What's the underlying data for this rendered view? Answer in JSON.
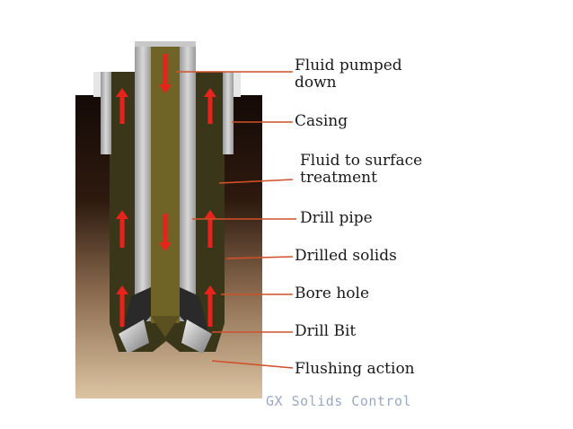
{
  "diagram": {
    "labels": {
      "fluid_pumped": "Fluid pumped\ndown",
      "casing": "Casing",
      "fluid_to_surface": "Fluid to surface\ntreatment",
      "drill_pipe": "Drill pipe",
      "drilled_solids": "Drilled solids",
      "bore_hole": "Bore hole",
      "drill_bit": "Drill Bit",
      "flushing_action": "Flushing action"
    },
    "watermark": "GX Solids Control"
  },
  "colors": {
    "arrow": "#e8231c",
    "leader": "#d2502a",
    "annulus": "#3a361a",
    "drill_pipe_core": "#6f6426",
    "pipe_wall": "#b3b3b3",
    "casing": "#cfcfcf"
  }
}
